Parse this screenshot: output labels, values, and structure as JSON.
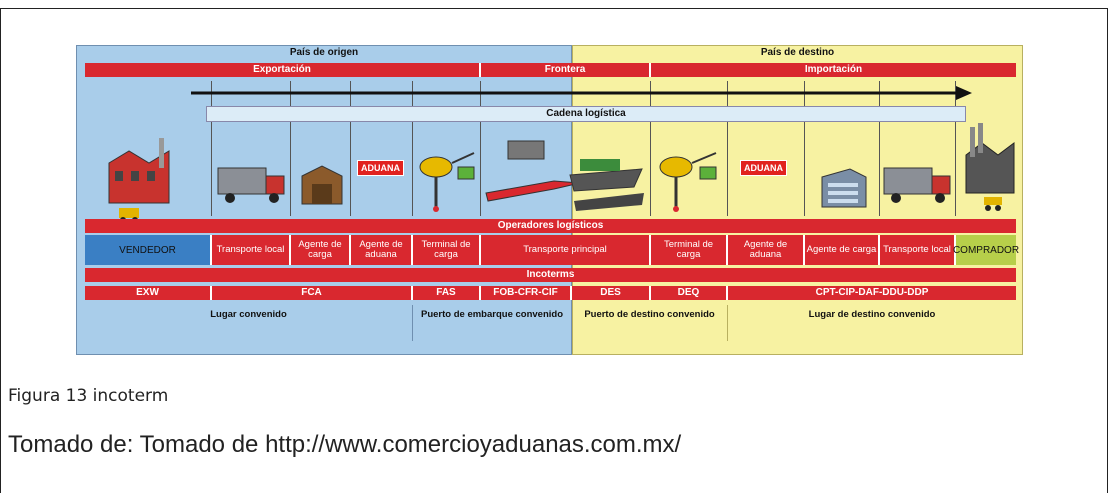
{
  "header": {
    "origin": "País de origen",
    "destination": "País de destino"
  },
  "phases": {
    "export": "Exportación",
    "border": "Frontera",
    "import": "Importación"
  },
  "chain_label": "Cadena logística",
  "customs_label": "ADUANA",
  "operators_title": "Operadores logísticos",
  "operators": {
    "seller": "VENDEDOR",
    "local_transport_1": "Transporte local",
    "freight_agent_1": "Agente de carga",
    "customs_agent_1": "Agente de aduana",
    "terminal_1": "Terminal de carga",
    "main_transport": "Transporte principal",
    "terminal_2": "Terminal de carga",
    "customs_agent_2": "Agente de aduana",
    "freight_agent_2": "Agente de carga",
    "local_transport_2": "Transporte local",
    "buyer": "COMPRADOR"
  },
  "incoterms_title": "Incoterms",
  "incoterms": {
    "exw": "EXW",
    "fca": "FCA",
    "fas": "FAS",
    "fob": "FOB-CFR-CIF",
    "des": "DES",
    "deq": "DEQ",
    "cpt": "CPT-CIP-DAF-DDU-DDP"
  },
  "places": {
    "agreed": "Lugar convenido",
    "port_shipment": "Puerto de embarque convenido",
    "port_destination": "Puerto de destino convenido",
    "destination_agreed": "Lugar de destino convenido"
  },
  "caption": "Figura 13 incoterm",
  "source": "Tomado de: Tomado de http://www.comercioyaduanas.com.mx/",
  "colors": {
    "red": "#d9282f",
    "blue_bg": "#a9cdea",
    "yellow_bg": "#f7f2a2",
    "seller_blue": "#3a7fc4",
    "buyer_green": "#b7cf4a"
  }
}
